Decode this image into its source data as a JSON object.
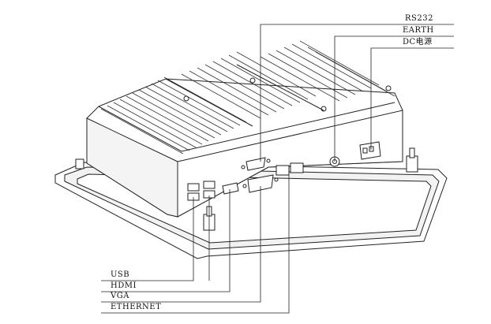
{
  "labels": {
    "rs232": "RS232",
    "earth": "EARTH",
    "dc_power": "DC电源",
    "usb": "USB",
    "hdmi": "HDMI",
    "vga": "VGA",
    "ethernet": "ETHERNET"
  },
  "colors": {
    "line": "#222222",
    "fill": "#ffffff",
    "shade": "#e6e6e6"
  }
}
